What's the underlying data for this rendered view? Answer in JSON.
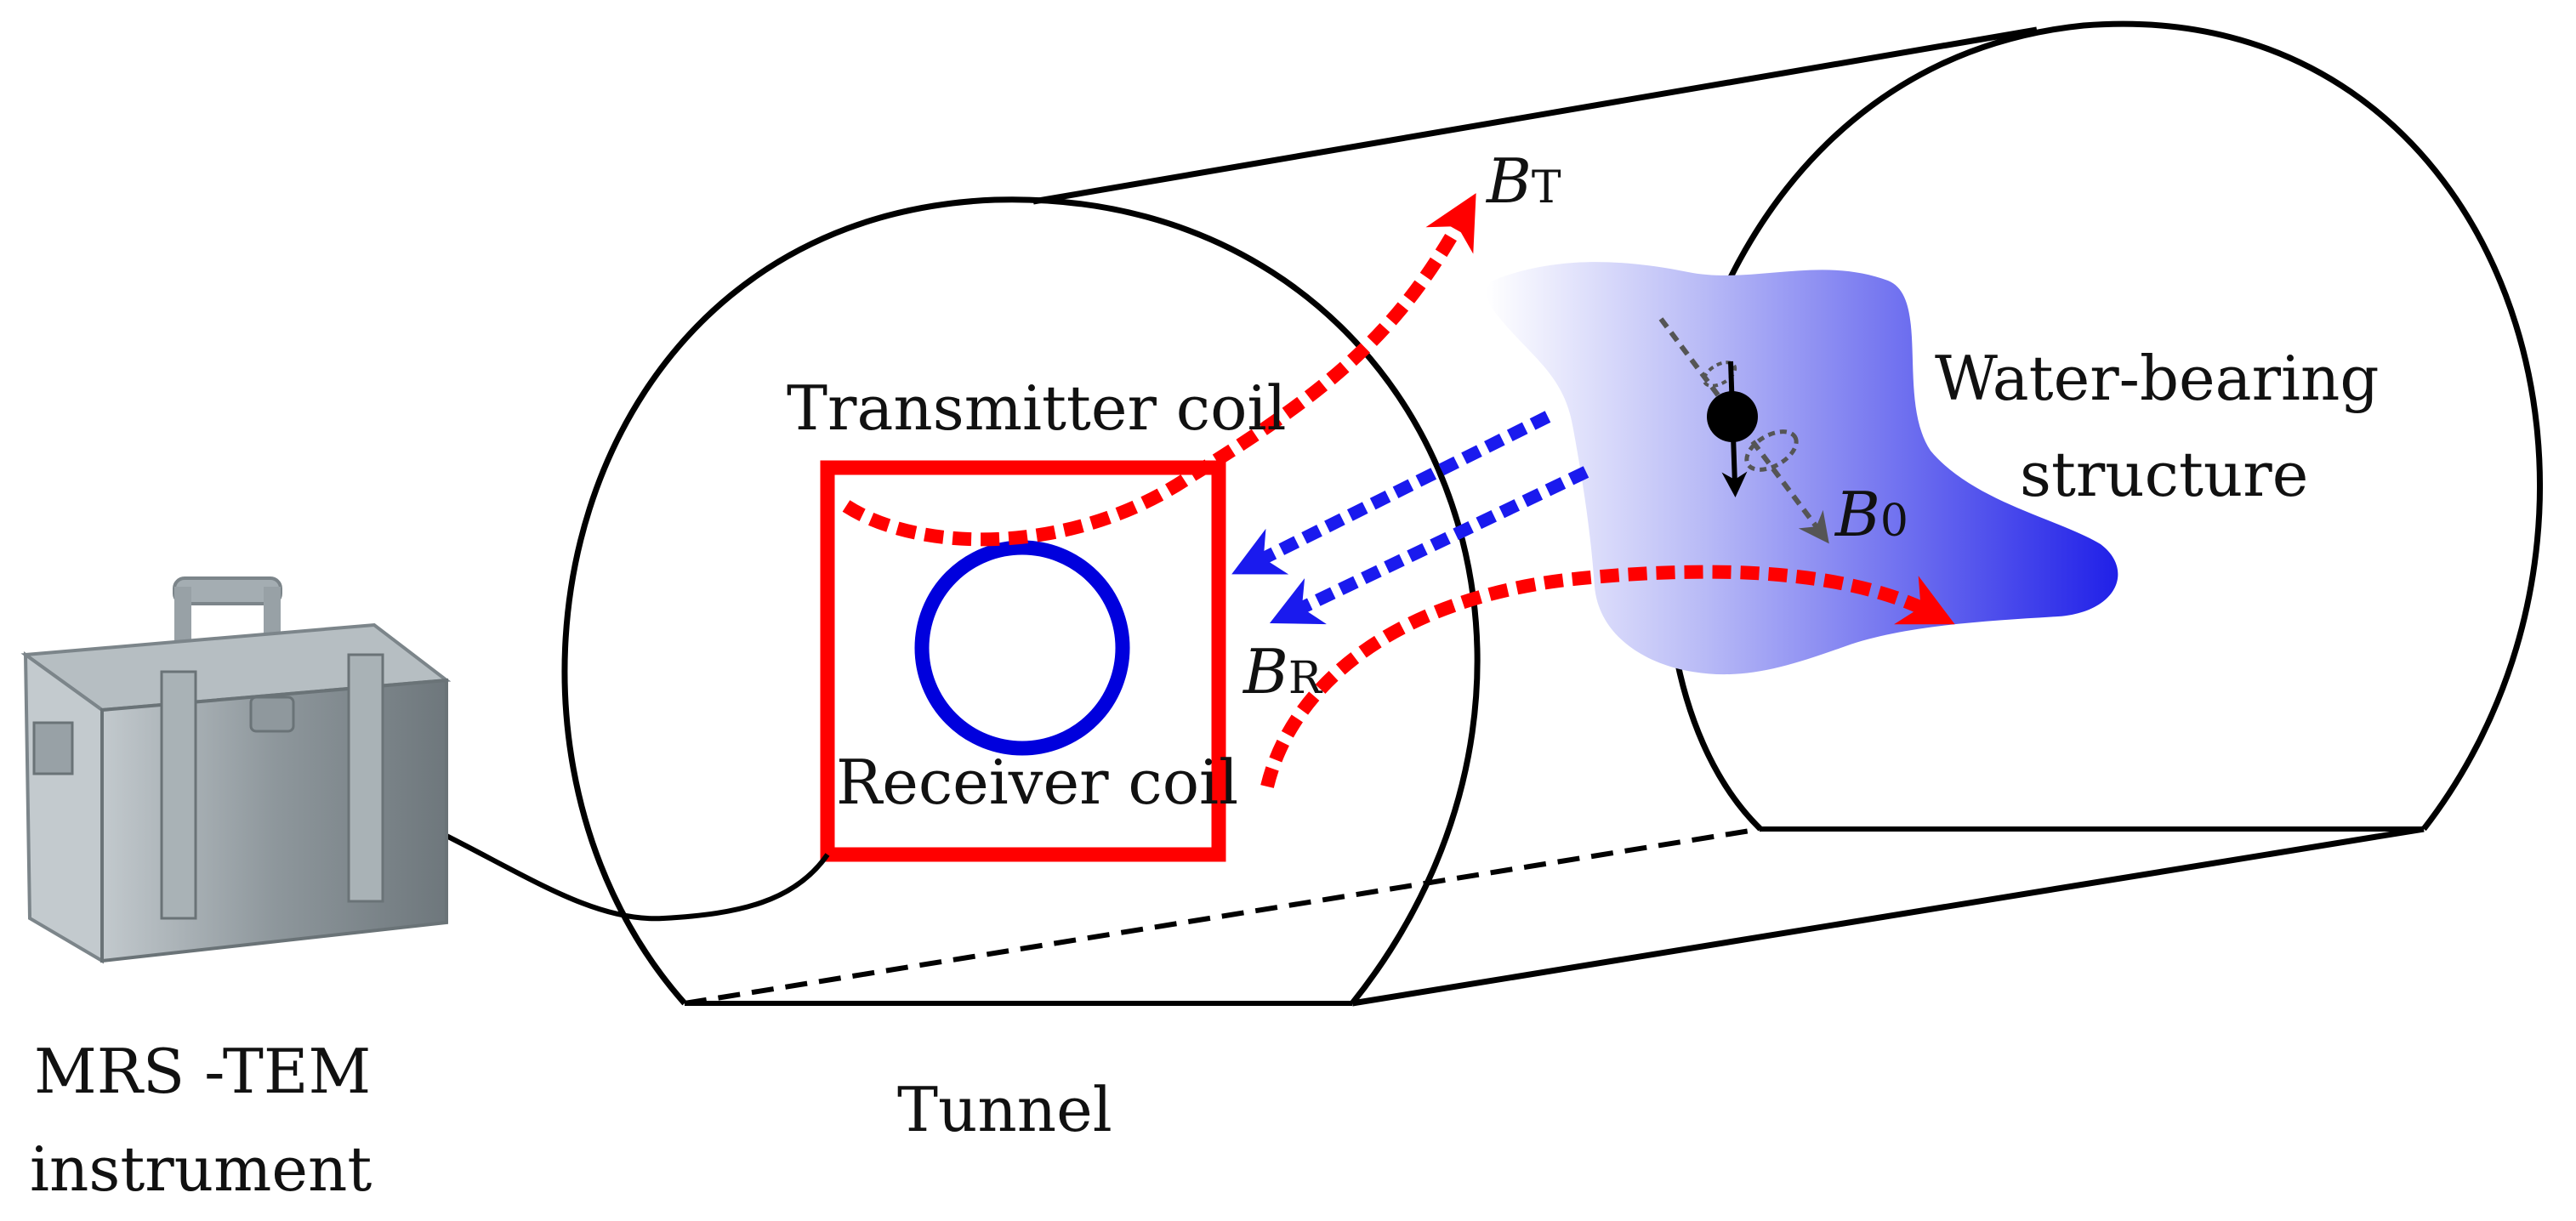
{
  "labels": {
    "instrument_line1": "MRS -TEM",
    "instrument_line2": "instrument",
    "tunnel": "Tunnel",
    "transmitter_coil": "Transmitter coil",
    "receiver_coil": "Receiver coil",
    "water_bearing_line1": "Water-bearing",
    "water_bearing_line2": "structure"
  },
  "symbols": {
    "bt": {
      "base": "B",
      "sub": "T"
    },
    "br": {
      "base": "B",
      "sub": "R"
    },
    "b0": {
      "base": "B",
      "sub": "0"
    }
  },
  "colors": {
    "transmitter_coil": "#ff0000",
    "receiver_coil": "#0000dd",
    "field_bt": "#ff0000",
    "field_br": "#1a1aee",
    "water_body": "#3a3af0",
    "outline": "#000000",
    "b0_arrow": "#555555",
    "instrument_body": "#9aa3a8"
  },
  "icons": {
    "instrument": "instrument-case-icon",
    "proton_spin": "proton-spin-icon"
  }
}
